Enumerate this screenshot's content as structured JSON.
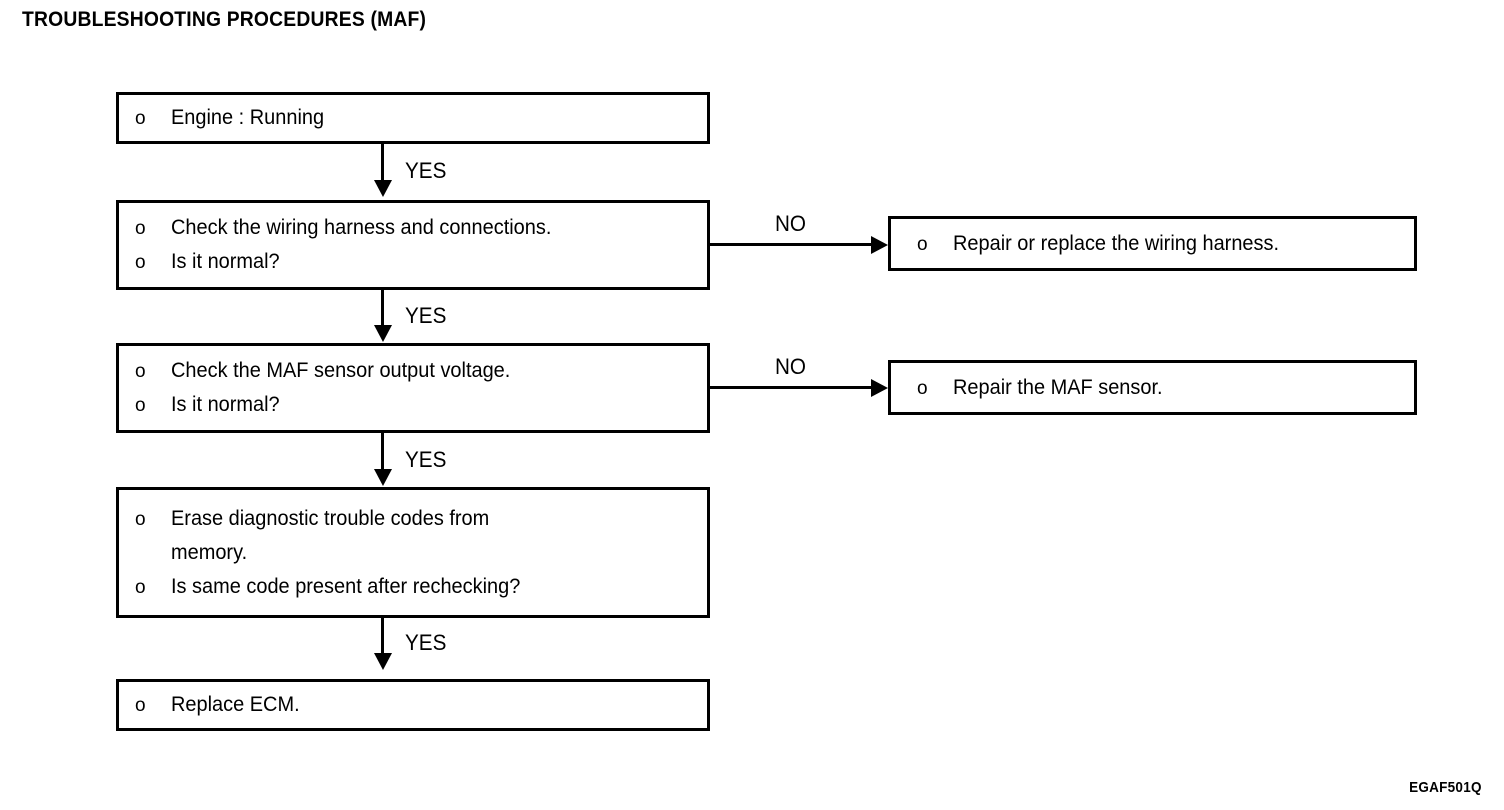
{
  "document": {
    "title": "TROUBLESHOOTING PROCEDURES (MAF)",
    "figure_code": "EGAF501Q"
  },
  "flowchart": {
    "type": "flowchart",
    "bullet_glyph": "o",
    "line_color": "#000000",
    "background_color": "#ffffff",
    "nodes": [
      {
        "id": "engine-running",
        "column": "main",
        "lines": [
          {
            "bullet": "o",
            "text": "Engine : Running"
          }
        ]
      },
      {
        "id": "check-wiring-harness",
        "column": "main",
        "lines": [
          {
            "bullet": "o",
            "text": "Check the wiring harness and connections."
          },
          {
            "bullet": "o",
            "text": "Is it normal?"
          }
        ]
      },
      {
        "id": "repair-replace-wiring-harness",
        "column": "branch",
        "lines": [
          {
            "bullet": "o",
            "text": "Repair or replace the wiring harness."
          }
        ]
      },
      {
        "id": "check-maf-output-voltage",
        "column": "main",
        "lines": [
          {
            "bullet": "o",
            "text": "Check the MAF sensor output voltage."
          },
          {
            "bullet": "o",
            "text": "Is it normal?"
          }
        ]
      },
      {
        "id": "repair-maf-sensor",
        "column": "branch",
        "lines": [
          {
            "bullet": "o",
            "text": "Repair the MAF sensor."
          }
        ]
      },
      {
        "id": "erase-diagnostic-codes",
        "column": "main",
        "lines": [
          {
            "bullet": "o",
            "text": "Erase diagnostic trouble codes from"
          },
          {
            "bullet": "",
            "text": "memory."
          },
          {
            "bullet": "o",
            "text": "Is same code present after rechecking?"
          }
        ]
      },
      {
        "id": "replace-ecm",
        "column": "main",
        "lines": [
          {
            "bullet": "o",
            "text": "Replace ECM."
          }
        ]
      }
    ],
    "edges": [
      {
        "id": "edge-1",
        "from": "engine-running",
        "to": "check-wiring-harness",
        "label": "YES",
        "direction": "down"
      },
      {
        "id": "edge-2",
        "from": "check-wiring-harness",
        "to": "repair-replace-wiring-harness",
        "label": "NO",
        "direction": "right"
      },
      {
        "id": "edge-3",
        "from": "check-wiring-harness",
        "to": "check-maf-output-voltage",
        "label": "YES",
        "direction": "down"
      },
      {
        "id": "edge-4",
        "from": "check-maf-output-voltage",
        "to": "repair-maf-sensor",
        "label": "NO",
        "direction": "right"
      },
      {
        "id": "edge-5",
        "from": "check-maf-output-voltage",
        "to": "erase-diagnostic-codes",
        "label": "YES",
        "direction": "down"
      },
      {
        "id": "edge-6",
        "from": "erase-diagnostic-codes",
        "to": "replace-ecm",
        "label": "YES",
        "direction": "down"
      }
    ]
  }
}
